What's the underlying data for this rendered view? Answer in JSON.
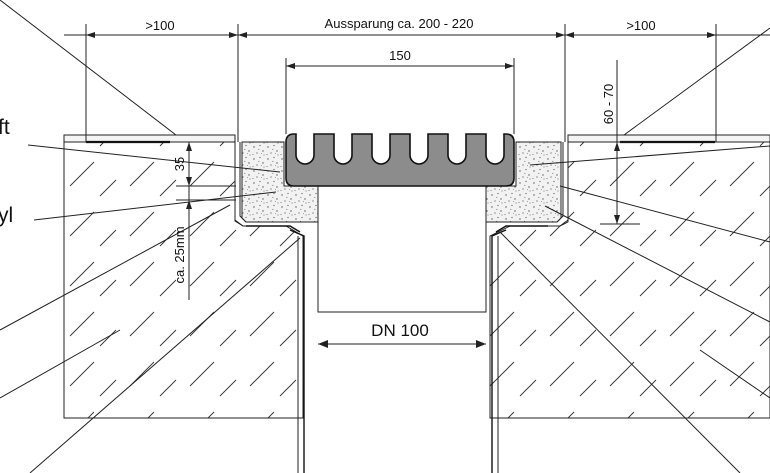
{
  "dimensions": {
    "left_overlap": ">100",
    "recess": "Aussparung ca. 200 - 220",
    "right_overlap": ">100",
    "grate_width": "150",
    "frame_height": "60 - 70",
    "top_depth": "35",
    "bottom_depth": "ca. 25mm",
    "pipe_diameter": "DN 100"
  },
  "cut_labels": {
    "left_upper": "ft",
    "left_middle": "yl"
  },
  "colors": {
    "line": "#222222",
    "grate_fill": "#8c8c8c",
    "mortar_fill": "#f2f2f2",
    "speckle": "#555555",
    "hatch": "#333333"
  }
}
